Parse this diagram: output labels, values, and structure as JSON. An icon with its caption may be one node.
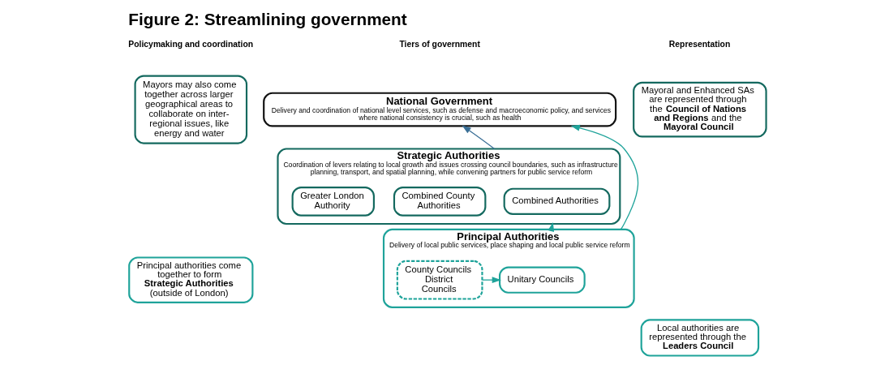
{
  "diagram": {
    "title": "Figure 2: Streamlining government",
    "nodes": [
      {
        "text": [
          "National Government",
          "Delivery and coordination of national level services, such as defense and macroeconomic policy, and services where national consistency is crucial, such as health"
        ]
      },
      {
        "text": [
          "Strategic Authorities",
          "Coordination of levers relating to local growth and issues crossing council boundaries, such as infrastructure planning, transport, and spatial planning, while convening partners for public service reform"
        ]
      },
      {
        "text": [
          "Combined Authorities"
        ],
        "in": 1
      },
      {
        "text": [
          "Combined County Authorities"
        ],
        "in": 1
      },
      {
        "text": [
          "Greater London Authority"
        ],
        "in": 1
      },
      {
        "text": [
          "Principal Authorities",
          "Delivery of local public services, place shaping and local public service reform"
        ]
      },
      {
        "text": [
          "Unitary Councils"
        ],
        "in": 5
      },
      {
        "text": [
          "County Councils District Councils"
        ],
        "in": 5
      },
      {
        "text": [
          "Mayors may also come together across larger geographical areas to collaborate on inter-regional issues, like energy and water"
        ]
      },
      {
        "text": [
          "Principal authorities come together to form **Strategic Authorities** (outside of London)"
        ]
      },
      {
        "text": [
          "Mayoral and Enhanced SAs are represented through the **Council of Nations and Regions** and the **Mayoral Council**"
        ]
      },
      {
        "text": [
          "Local authorities are represented through the **Leaders Council**"
        ]
      }
    ],
    "edges": [
      {
        "from": 7,
        "to": 6,
        "arrow": "to"
      },
      {
        "from": 5,
        "to": 1,
        "arrow": "to"
      },
      {
        "from": 1,
        "to": 0,
        "arrow": "to",
        "color": "#3a6f96"
      },
      {
        "from": 5,
        "to": 0,
        "arrow": "to"
      }
    ],
    "labels": [
      "Policymaking and coordination",
      "Tiers of government",
      "Representation"
    ]
  }
}
